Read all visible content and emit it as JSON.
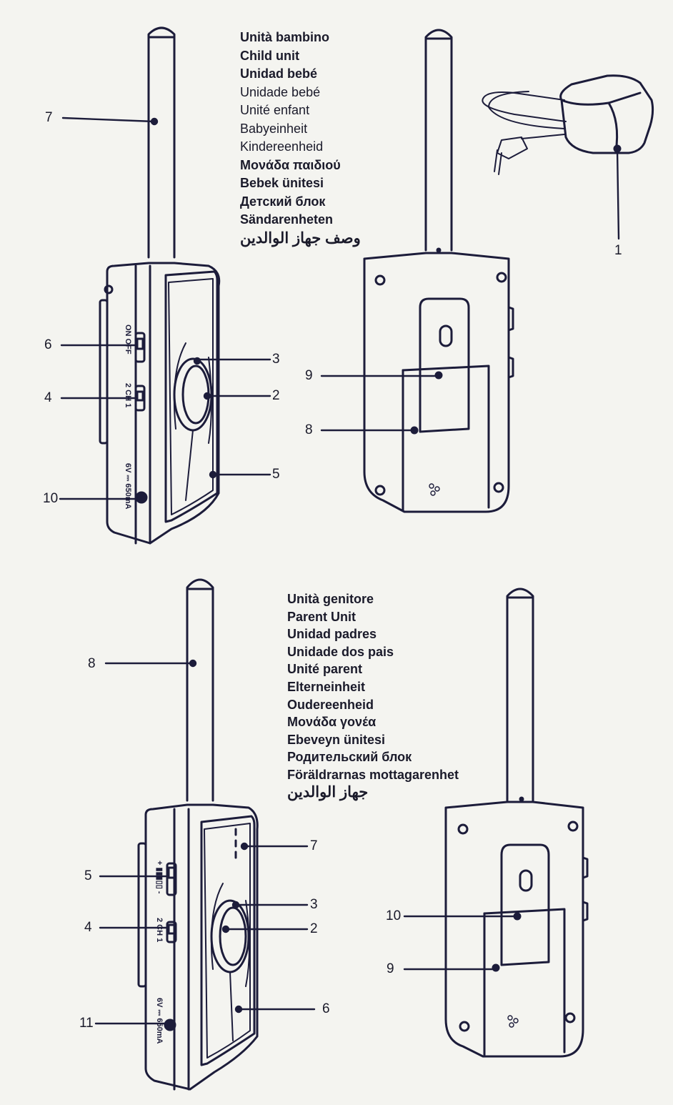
{
  "child_unit": {
    "names": [
      {
        "text": "Unità bambino",
        "bold": true
      },
      {
        "text": "Child unit",
        "bold": true
      },
      {
        "text": "Unidad bebé",
        "bold": true
      },
      {
        "text": "Unidade bebé",
        "bold": false
      },
      {
        "text": "Unité enfant",
        "bold": false
      },
      {
        "text": "Babyeinheit",
        "bold": false
      },
      {
        "text": "Kindereenheid",
        "bold": false
      },
      {
        "text": "Μονάδα παιδιού",
        "bold": true
      },
      {
        "text": "Bebek ünitesi",
        "bold": true
      },
      {
        "text": "Детский блок",
        "bold": true
      },
      {
        "text": "Sändarenheten",
        "bold": true
      },
      {
        "text": "وصف جهاز الوالدين",
        "bold": true,
        "rtl": true
      }
    ],
    "switch_labels": {
      "power": "ON  OFF",
      "channel": "2 CH 1",
      "power_rating": "6V ⎓ 650mA"
    },
    "callouts_front": [
      "7",
      "6",
      "4",
      "10",
      "3",
      "2",
      "5"
    ],
    "callouts_back": [
      "1",
      "9",
      "8"
    ]
  },
  "parent_unit": {
    "names": [
      {
        "text": "Unità genitore",
        "bold": true
      },
      {
        "text": "Parent Unit",
        "bold": true
      },
      {
        "text": "Unidad padres",
        "bold": true
      },
      {
        "text": "Unidade dos pais",
        "bold": true
      },
      {
        "text": "Unité parent",
        "bold": true
      },
      {
        "text": "Elterneinheit",
        "bold": true
      },
      {
        "text": "Oudereenheid",
        "bold": true
      },
      {
        "text": "Μονάδα γονέα",
        "bold": true
      },
      {
        "text": "Ebeveyn ünitesi",
        "bold": true
      },
      {
        "text": "Родительский блок",
        "bold": true
      },
      {
        "text": "Föräldrarnas mottagarenhet",
        "bold": true
      },
      {
        "text": "جهاز الوالدين",
        "bold": true,
        "rtl": true
      }
    ],
    "switch_labels": {
      "volume": "+ ▮▮▮▯▯ -",
      "channel": "2 CH 1",
      "power_rating": "6V ⎓ 650mA"
    },
    "callouts_front": [
      "8",
      "5",
      "4",
      "11",
      "7",
      "3",
      "2",
      "6"
    ],
    "callouts_back": [
      "10",
      "9"
    ]
  },
  "colors": {
    "line": "#1c1c3a",
    "paper": "#f4f4f0",
    "accent": "#3a3a6e"
  }
}
